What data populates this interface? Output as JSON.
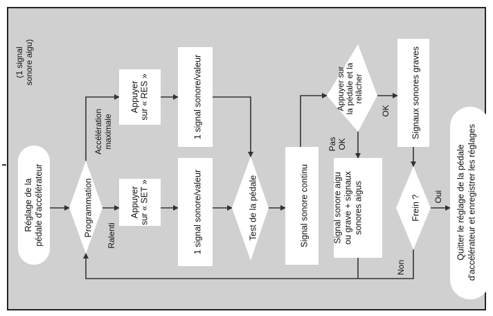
{
  "colors": {
    "background": "#d0d0d0",
    "node_fill": "#ffffff",
    "line": "#333333",
    "frame": "#222222"
  },
  "nodes": {
    "start": [
      "Réglage de la",
      "pédale d'accélérateur"
    ],
    "programmation": [
      "Programmation"
    ],
    "set": [
      "Appuyer",
      "sur « SET »"
    ],
    "res": [
      "Appuyer",
      "sur « RES »"
    ],
    "signal_bottom": [
      "1 signal sonore/valeur"
    ],
    "signal_top": [
      "1 signal sonore/valeur"
    ],
    "test": [
      "Test de la pédale"
    ],
    "continuous": [
      "Signal sonore continu"
    ],
    "press_release": [
      "Appuyer sur",
      "la pédale et la",
      "relâcher"
    ],
    "low_signals": [
      "Signaux sonores graves"
    ],
    "high_or_low": [
      "Signal sonore aigu",
      "ou grave + signaux",
      "sonores aigus"
    ],
    "brake": [
      "Frein ?"
    ],
    "end": [
      "Quitter le réglage de la pédale",
      "d'accélérateur et enregistrer les réglages"
    ]
  },
  "labels": {
    "one_high_signal": [
      "(1 signal",
      "sonore aigu)"
    ],
    "idle": [
      "Ralenti"
    ],
    "max_accel": [
      "Accélération",
      "maximale"
    ],
    "ok": [
      "OK"
    ],
    "not_ok": [
      "Pas",
      "OK"
    ],
    "yes": [
      "Oui"
    ],
    "no": [
      "Non"
    ]
  }
}
